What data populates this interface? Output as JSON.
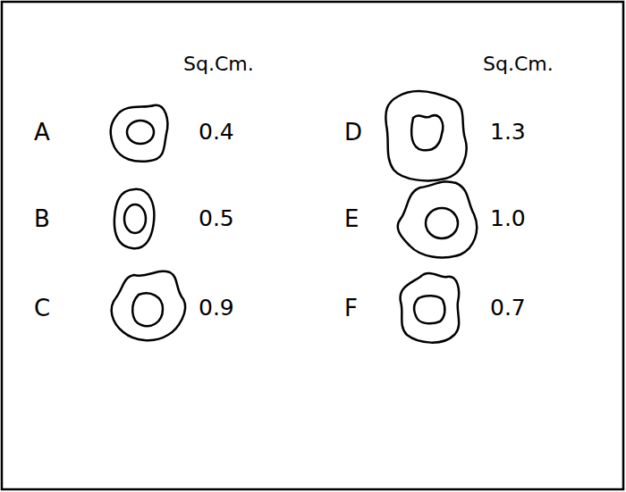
{
  "diagram": {
    "labels": [
      "Sq.Cm.",
      "Sq.Cm.",
      "A",
      "0.4",
      "D",
      "1.3",
      "B",
      "0.5",
      "E",
      "1.0",
      "C",
      "0.9",
      "F",
      "0.7"
    ]
  }
}
